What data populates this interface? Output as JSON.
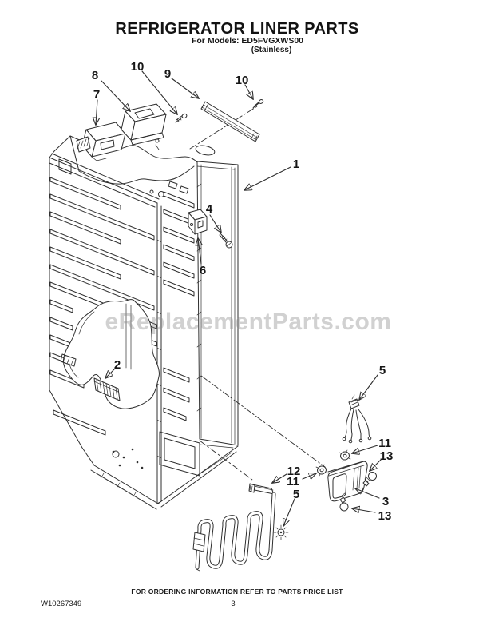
{
  "header": {
    "title": "REFRIGERATOR LINER PARTS",
    "models": "For Models: ED5FVGXWS00",
    "finish": "(Stainless)"
  },
  "watermark": "eReplacementParts.com",
  "diagram": {
    "type": "exploded-parts-diagram",
    "subject": "Refrigerator liner assembly",
    "callouts": [
      {
        "label": "8"
      },
      {
        "label": "7"
      },
      {
        "label": "10"
      },
      {
        "label": "9"
      },
      {
        "label": "10"
      },
      {
        "label": "1"
      },
      {
        "label": "4"
      },
      {
        "label": "6"
      },
      {
        "label": "2"
      },
      {
        "label": "5"
      },
      {
        "label": "11"
      },
      {
        "label": "13"
      },
      {
        "label": "12"
      },
      {
        "label": "11"
      },
      {
        "label": "5"
      },
      {
        "label": "3"
      },
      {
        "label": "13"
      }
    ]
  },
  "footer": {
    "note": "FOR ORDERING INFORMATION REFER TO PARTS PRICE LIST",
    "doc_number": "W10267349",
    "page_number": "3"
  },
  "colors": {
    "line": "#2f2f2f",
    "watermark": "#8d8d8d",
    "text": "#000000",
    "background": "#ffffff"
  }
}
